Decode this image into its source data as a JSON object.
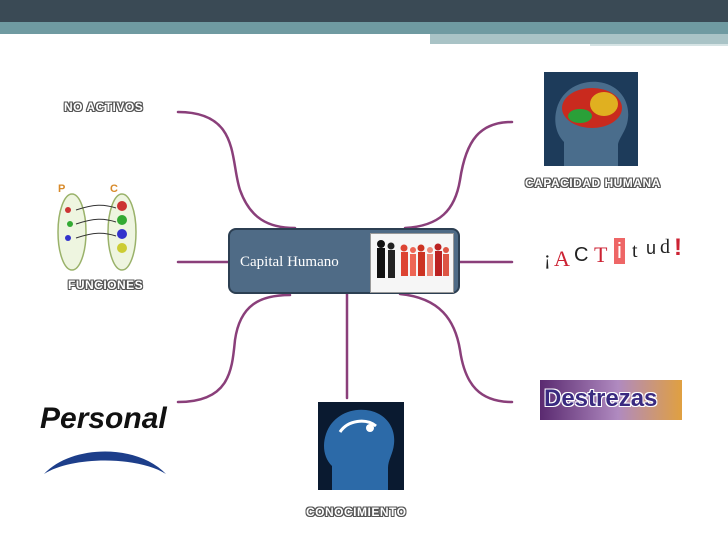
{
  "center": {
    "title": "Capital Humano"
  },
  "nodes": {
    "no_activos": "NO ACTIVOS",
    "funciones": "FUNCIONES",
    "capacidad_humana": "CAPACIDAD HUMANA",
    "conocimiento": "CONOCIMIENTO",
    "personal": "Personal",
    "actitud_letters": [
      "¡",
      "A",
      "C",
      "T",
      "i",
      "t",
      "u",
      "d",
      "!"
    ],
    "destrezas": "Destrezas",
    "sets_labels": [
      "P",
      "C"
    ]
  },
  "colors": {
    "connector": "#8a3f7a",
    "center_fill": "#4f6b86"
  }
}
